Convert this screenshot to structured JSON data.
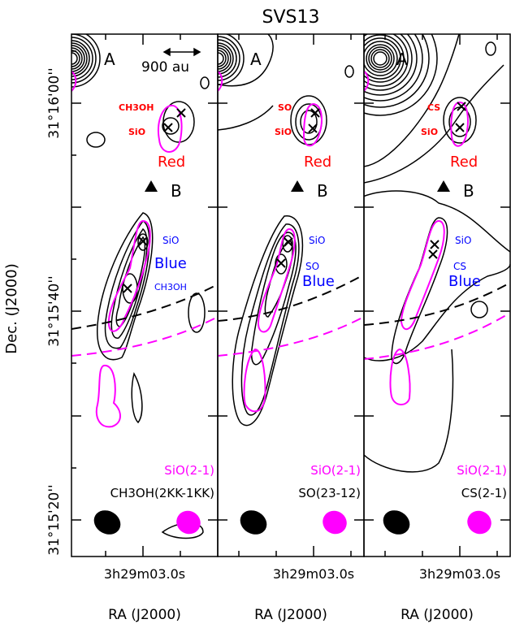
{
  "title": "SVS13",
  "scale_bar_label": "900 au",
  "ylabel": "Dec. (J2000)",
  "ytick_labels": [
    "31°16'00''",
    "31°15'40''",
    "31°15'20''"
  ],
  "colors": {
    "contour": "#000000",
    "sio": "#ff00ff",
    "red_lobe": "#ff0000",
    "blue_lobe": "#0000ff",
    "beam_black": "#000000",
    "beam_magenta": "#ff00ff"
  },
  "panels": [
    {
      "source_label": "A",
      "source_b_label": "B",
      "red_label": "Red",
      "blue_label": "Blue",
      "red_tags": [
        "CH3OH",
        "SiO"
      ],
      "blue_tags": [
        "SiO",
        "CH3OH"
      ],
      "sio_label": "SiO(2-1)",
      "molecule_label": "CH3OH(2KK-1KK)",
      "xtick_label": "3h29m03.0s",
      "xlabel": "RA (J2000)"
    },
    {
      "source_label": "A",
      "source_b_label": "B",
      "red_label": "Red",
      "blue_label": "Blue",
      "red_tags": [
        "SO",
        "SiO"
      ],
      "blue_tags": [
        "SiO",
        "SO"
      ],
      "sio_label": "SiO(2-1)",
      "molecule_label": "SO(23-12)",
      "xtick_label": "3h29m03.0s",
      "xlabel": "RA (J2000)"
    },
    {
      "source_label": "A",
      "source_b_label": "B",
      "red_label": "Red",
      "blue_label": "Blue",
      "red_tags": [
        "CS",
        "SiO"
      ],
      "blue_tags": [
        "SiO",
        "CS"
      ],
      "sio_label": "SiO(2-1)",
      "molecule_label": "CS(2-1)",
      "xtick_label": "3h29m03.0s",
      "xlabel": "RA (J2000)"
    }
  ],
  "chart_data": {
    "type": "contour",
    "title": "SVS13",
    "xlabel": "RA (J2000)",
    "ylabel": "Dec. (J2000)",
    "panels": [
      "CH3OH(2KK-1KK)",
      "SO(23-12)",
      "CS(2-1)"
    ],
    "overlay": "SiO(2-1)",
    "lobes": [
      "Red",
      "Blue"
    ],
    "sources": [
      "A",
      "B"
    ]
  }
}
